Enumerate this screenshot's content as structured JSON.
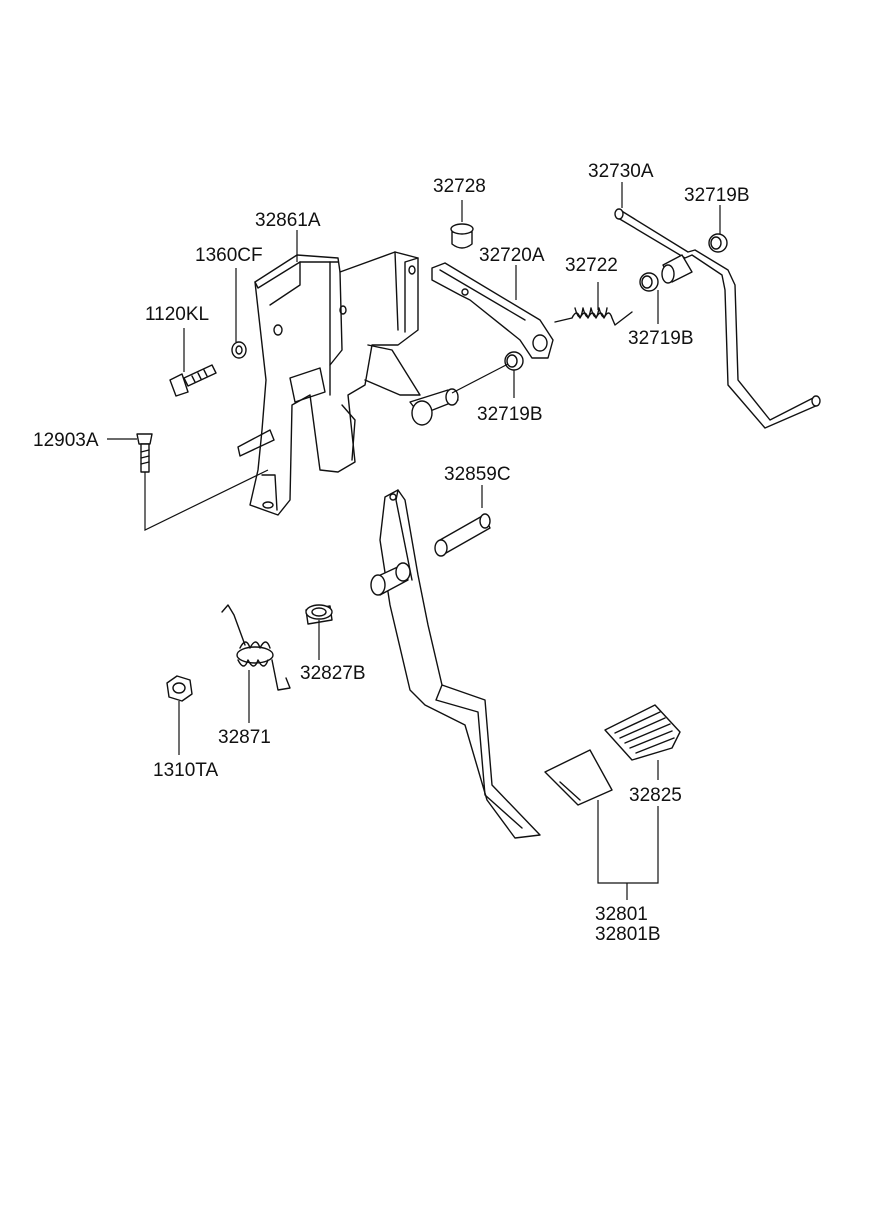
{
  "diagram": {
    "labels": {
      "p32728": "32728",
      "p32730A": "32730A",
      "p32719B_top": "32719B",
      "p32861A": "32861A",
      "p32720A": "32720A",
      "p32722": "32722",
      "p1360CF": "1360CF",
      "p1120KL": "1120KL",
      "p32719B_mid": "32719B",
      "p32719B_low": "32719B",
      "p12903A": "12903A",
      "p32859C": "32859C",
      "p32827B": "32827B",
      "p32871": "32871",
      "p1310TA": "1310TA",
      "p32825": "32825",
      "p32801": "32801",
      "p32801B": "32801B"
    }
  }
}
